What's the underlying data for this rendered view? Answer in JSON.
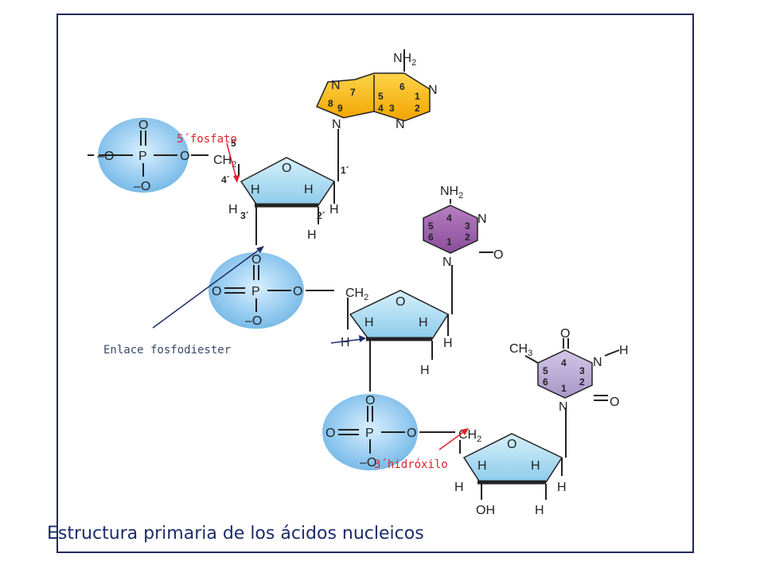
{
  "title": "Estructura primaria de los ácidos nucleicos",
  "annotations": {
    "phosphate5": "5´fosfato",
    "hydroxyl3": "3´hidróxilo",
    "bond": "Enlace fosfodiester"
  },
  "phosphate": {
    "O": "O",
    "P": "P",
    "minusO": "–O",
    "dash": "–O"
  },
  "sugar": {
    "O": "O",
    "H": "H",
    "CH2": "CH",
    "sub2": "2",
    "OH": "OH",
    "c1": "1´",
    "c2": "2´",
    "c3": "3´",
    "c4": "4´",
    "c5": "5"
  },
  "adenine": {
    "NH2": "NH",
    "sub": "2",
    "N": "N",
    "nums": [
      "6",
      "5",
      "4",
      "7",
      "8",
      "9",
      "1",
      "2",
      "3"
    ]
  },
  "cytosine": {
    "NH2": "NH",
    "sub": "2",
    "N": "N",
    "O": "O",
    "nums": [
      "4",
      "5",
      "6",
      "3",
      "2",
      "1"
    ]
  },
  "thymine": {
    "CH3": "CH",
    "sub3": "3",
    "N": "N",
    "H": "H",
    "O": "O",
    "nums": [
      "4",
      "5",
      "6",
      "3",
      "2",
      "1"
    ]
  },
  "colors": {
    "phosphate": "#7fc0ec",
    "sugar": "#a9d8f0",
    "adenine": "#f5b000",
    "cytosine": "#9a5fa8",
    "thymine": "#b6a6d0",
    "annotation": "#e0202c",
    "bond_label": "#3a4a6a",
    "caption": "#1c2c6a"
  }
}
